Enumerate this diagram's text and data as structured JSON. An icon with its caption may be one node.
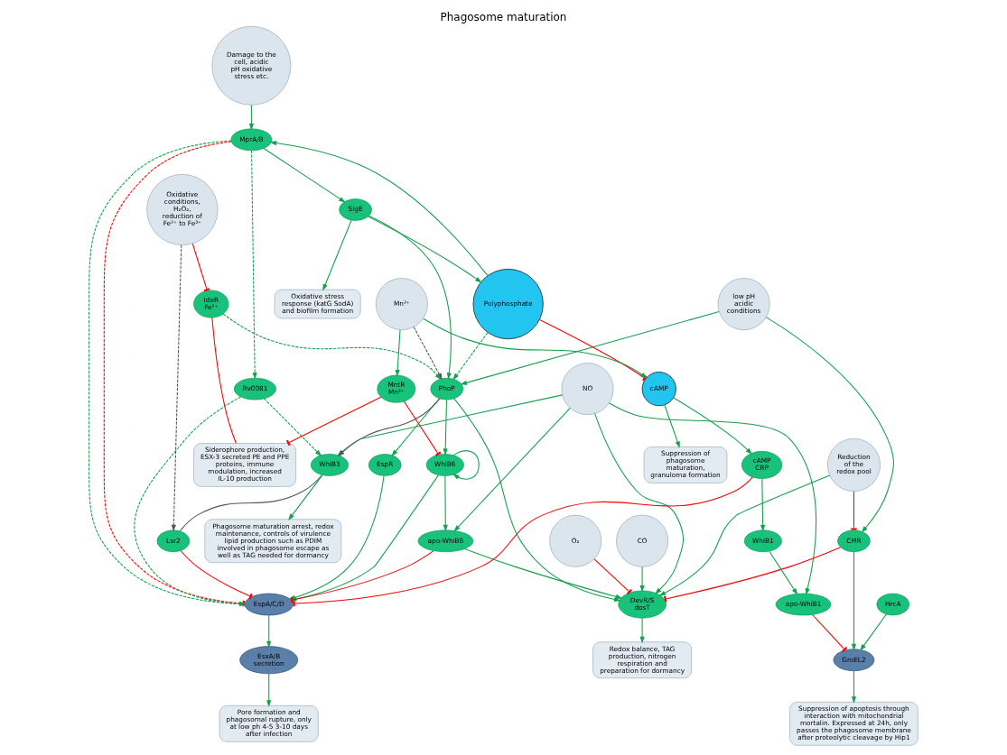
{
  "diagram": {
    "title": "Phagosome maturation",
    "nodes": [
      {
        "text": [
          "Oxidative conditions, H₂O₂, reduction of Fe²⁺ to Fe³⁺"
        ]
      },
      {
        "text": [
          "low pH acidic conditions"
        ]
      },
      {
        "text": [
          "Oxidative stress response (katG SodA) and biofilm formation"
        ]
      },
      {
        "text": [
          "Damage to the cell, acidic pH oxidative stress etc."
        ]
      },
      {
        "text": [
          "Reduction of the redox pool"
        ]
      },
      {
        "text": [
          "NO"
        ]
      },
      {
        "text": [
          "CO"
        ]
      },
      {
        "text": [
          "O₂"
        ]
      },
      {
        "text": [
          "Polyphosphate"
        ]
      },
      {
        "text": [
          "SigE"
        ]
      },
      {
        "text": [
          "MprA/B"
        ]
      },
      {
        "text": [
          "CMR"
        ]
      },
      {
        "text": [
          "Lsr2"
        ]
      },
      {
        "text": [
          "Mn²⁺"
        ]
      },
      {
        "text": [
          "cAMP"
        ]
      },
      {
        "text": [
          "cAMP CRP"
        ]
      },
      {
        "text": [
          "WhiB1"
        ]
      },
      {
        "text": [
          "apo-WhiB1"
        ]
      },
      {
        "text": [
          "IdeR Fe²⁺"
        ]
      },
      {
        "text": [
          "PhoP"
        ]
      },
      {
        "text": [
          "EspR"
        ]
      },
      {
        "text": [
          "EspA/C/D"
        ]
      },
      {
        "text": [
          "EsxA/B secretion"
        ]
      },
      {
        "text": [
          "HrcA"
        ]
      },
      {
        "text": [
          "GroEL2"
        ]
      },
      {
        "text": [
          "DevR/S dosT"
        ]
      },
      {
        "text": [
          "WhiB3"
        ]
      },
      {
        "text": [
          "Rv0081"
        ]
      },
      {
        "text": [
          "Redox balance, TAG production, nitrogen respiration and preparation for dormancy"
        ]
      },
      {
        "text": [
          "MntR Mn²⁺"
        ]
      },
      {
        "text": [
          "WhiB6"
        ]
      },
      {
        "text": [
          "apo-WhiB6"
        ]
      },
      {
        "text": [
          "Siderophore production, ESX-3 secreted PE and PPE proteins, immune modulation, increased IL-10 production"
        ]
      },
      {
        "text": [
          "Suppression of phagosome maturation, granuloma formation"
        ]
      },
      {
        "text": [
          "Pore formation and phagosomal rupture, only at low ph 4-5 3-10 days after infection"
        ]
      },
      {
        "text": [
          "Phagosome maturation arrest, redox maintenance, controls of virulence lipid production such as PDIM involved in phagosome escape as well as TAG needed for dormancy"
        ]
      },
      {
        "text": [
          "Suppression of apoptosis through interaction with mitochondrial mortalin. Expressed at 24h, only passes the phagosome membrane after proteolytic cleavage by Hip1"
        ]
      }
    ],
    "edges": [
      {
        "from": 0,
        "to": 18,
        "arrow": "other",
        "color": "#ff0000"
      },
      {
        "from": 18,
        "to": 32,
        "arrow": "none",
        "color": "#ff0000"
      },
      {
        "from": 29,
        "to": 32,
        "arrow": "other",
        "color": "#ff0000"
      },
      {
        "from": 0,
        "to": 12,
        "arrow": "to",
        "style": "dashed",
        "color": "#555555"
      },
      {
        "from": 1,
        "to": 19,
        "arrow": "to"
      },
      {
        "from": 1,
        "to": 11,
        "arrow": "to"
      },
      {
        "from": 8,
        "to": 14,
        "arrow": "other",
        "color": "#ff0000"
      },
      {
        "from": 8,
        "to": 19,
        "arrow": "to",
        "style": "dashed"
      },
      {
        "from": 9,
        "to": 8,
        "arrow": "to"
      },
      {
        "from": 9,
        "to": 2,
        "arrow": "to"
      },
      {
        "from": 9,
        "to": 19,
        "arrow": "to"
      },
      {
        "from": 8,
        "to": 10,
        "arrow": "to"
      },
      {
        "from": 10,
        "to": 9,
        "arrow": "to"
      },
      {
        "from": 3,
        "to": 10,
        "arrow": "to"
      },
      {
        "from": 10,
        "to": 27,
        "arrow": "to",
        "style": "dashed"
      },
      {
        "from": 10,
        "to": 21,
        "arrow": "to",
        "style": "dashed"
      },
      {
        "from": 10,
        "to": 21,
        "arrow": "other",
        "style": "dashed",
        "color": "#ff0000"
      },
      {
        "from": 4,
        "to": 11,
        "arrow": "other",
        "color": "#ff0000"
      },
      {
        "from": 4,
        "to": 25,
        "arrow": "to"
      },
      {
        "from": 5,
        "to": 26,
        "arrow": "to"
      },
      {
        "from": 5,
        "to": 17,
        "arrow": "to"
      },
      {
        "from": 5,
        "to": 31,
        "arrow": "to"
      },
      {
        "from": 5,
        "to": 25,
        "arrow": "to"
      },
      {
        "from": 11,
        "to": 24,
        "arrow": "to"
      },
      {
        "from": 6,
        "to": 25,
        "arrow": "to"
      },
      {
        "from": 7,
        "to": 25,
        "arrow": "other",
        "color": "#ff0000"
      },
      {
        "from": 11,
        "to": 25,
        "arrow": "other",
        "color": "#ff0000"
      },
      {
        "from": 13,
        "to": 14,
        "arrow": "to"
      },
      {
        "from": 13,
        "to": 19,
        "arrow": "to",
        "style": "dashed",
        "color": "#555555"
      },
      {
        "from": 13,
        "to": 29,
        "arrow": "to"
      },
      {
        "from": 14,
        "to": 15,
        "arrow": "to"
      },
      {
        "from": 14,
        "to": 33,
        "arrow": "to"
      },
      {
        "from": 15,
        "to": 16,
        "arrow": "to"
      },
      {
        "from": 15,
        "to": 21,
        "arrow": "other",
        "color": "#ff0000"
      },
      {
        "from": 16,
        "to": 17,
        "arrow": "to"
      },
      {
        "from": 17,
        "to": 24,
        "arrow": "other",
        "color": "#ff0000"
      },
      {
        "from": 18,
        "to": 19,
        "arrow": "to",
        "style": "dashed"
      },
      {
        "from": 19,
        "to": 20,
        "arrow": "to"
      },
      {
        "from": 20,
        "to": 21,
        "arrow": "to"
      },
      {
        "from": 19,
        "to": 25,
        "arrow": "to"
      },
      {
        "from": 19,
        "to": 26,
        "arrow": "to",
        "color": "#555555"
      },
      {
        "from": 19,
        "to": 30,
        "arrow": "to"
      },
      {
        "from": 12,
        "to": 21,
        "arrow": "other",
        "color": "#ff0000"
      },
      {
        "from": 26,
        "to": 12,
        "arrow": "none",
        "color": "#555555"
      },
      {
        "from": 21,
        "to": 22,
        "arrow": "to"
      },
      {
        "from": 22,
        "to": 34,
        "arrow": "to"
      },
      {
        "from": 23,
        "to": 24,
        "arrow": "to"
      },
      {
        "from": 24,
        "to": 36,
        "arrow": "to"
      },
      {
        "from": 25,
        "to": 28,
        "arrow": "to"
      },
      {
        "from": 26,
        "to": 35,
        "arrow": "to"
      },
      {
        "from": 27,
        "to": 26,
        "arrow": "to",
        "style": "dashed"
      },
      {
        "from": 27,
        "to": 21,
        "arrow": "to",
        "style": "dashed"
      },
      {
        "from": 30,
        "to": 21,
        "arrow": "to"
      },
      {
        "from": 30,
        "to": 30,
        "arrow": "to"
      },
      {
        "from": 30,
        "to": 31,
        "arrow": "to"
      },
      {
        "from": 31,
        "to": 21,
        "arrow": "other",
        "color": "#ff0000"
      },
      {
        "from": 31,
        "to": 25,
        "arrow": "to"
      },
      {
        "from": 29,
        "to": 30,
        "arrow": "other",
        "color": "#ff0000"
      }
    ]
  }
}
